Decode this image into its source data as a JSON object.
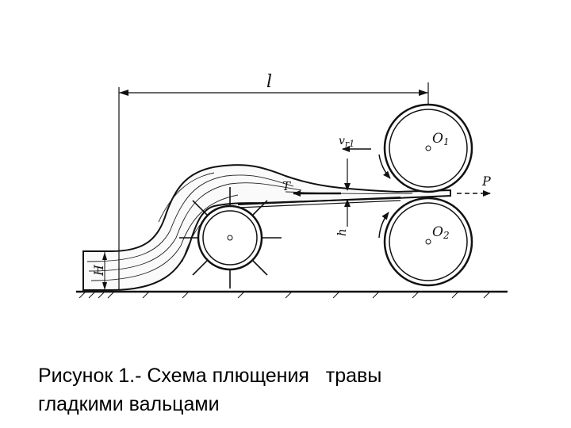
{
  "diagram": {
    "labels": {
      "length": "l",
      "velocity": "v",
      "velocity_sub": "r1",
      "roller_top": "O",
      "roller_top_sub": "1",
      "roller_bottom": "O",
      "roller_bottom_sub": "2",
      "force_p": "P",
      "force_t": "T",
      "gap": "h",
      "layer_height": "H"
    }
  },
  "caption": {
    "line1": "Рисунок 1.- Схема плющения   травы",
    "line2": "гладкими  вальцами"
  },
  "colors": {
    "ink": "#111111",
    "background": "#ffffff"
  }
}
